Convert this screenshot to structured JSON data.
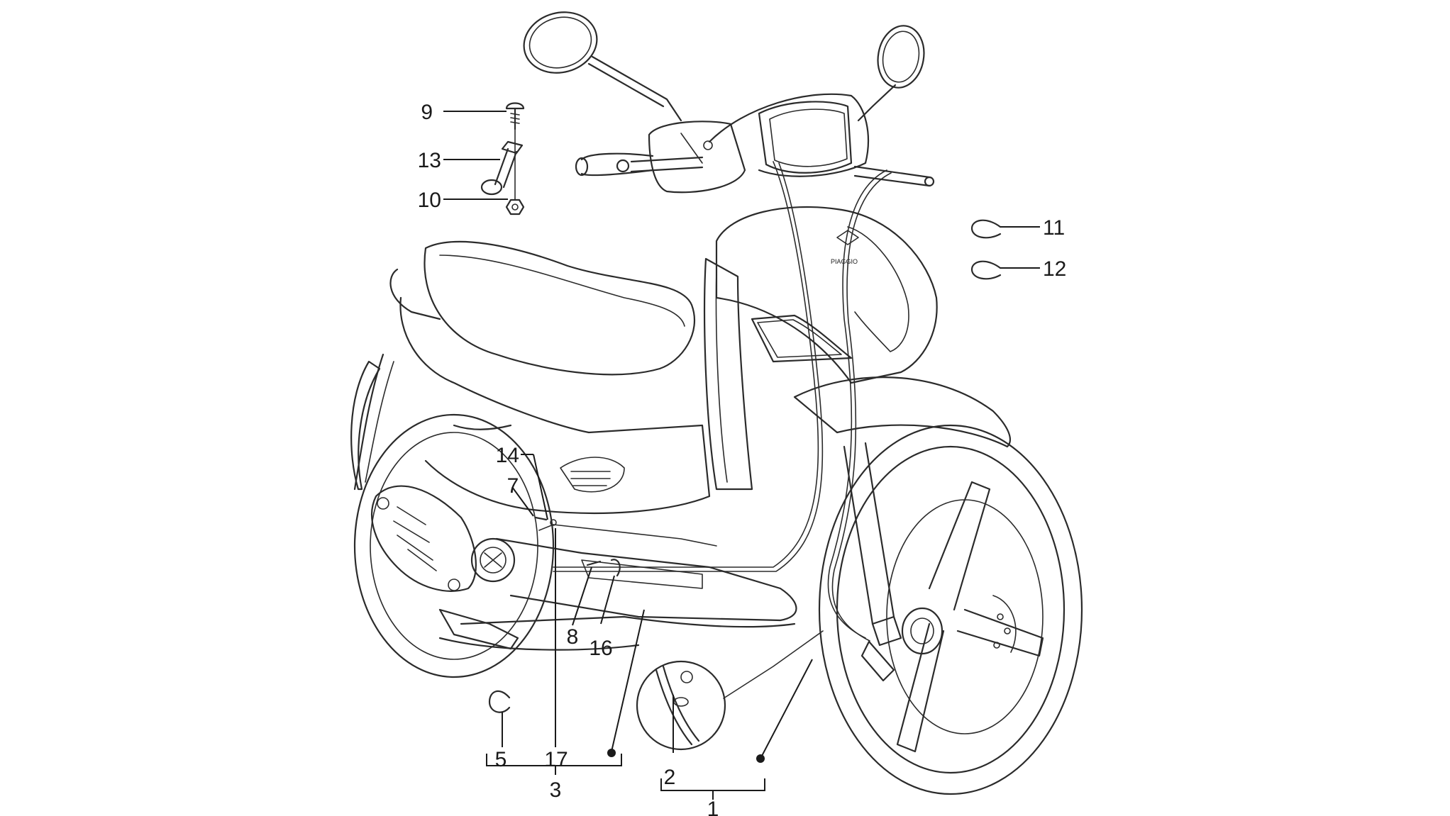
{
  "diagram": {
    "callouts": [
      {
        "id": "c9",
        "label": "9"
      },
      {
        "id": "c13",
        "label": "13"
      },
      {
        "id": "c10",
        "label": "10"
      },
      {
        "id": "c11",
        "label": "11"
      },
      {
        "id": "c12",
        "label": "12"
      },
      {
        "id": "c14",
        "label": "14"
      },
      {
        "id": "c7",
        "label": "7"
      },
      {
        "id": "c8",
        "label": "8"
      },
      {
        "id": "c16",
        "label": "16"
      },
      {
        "id": "c5",
        "label": "5"
      },
      {
        "id": "c17",
        "label": "17"
      },
      {
        "id": "c3",
        "label": "3"
      },
      {
        "id": "c2",
        "label": "2"
      },
      {
        "id": "c1",
        "label": "1"
      }
    ],
    "brand_badge": "PIAGGIO"
  }
}
